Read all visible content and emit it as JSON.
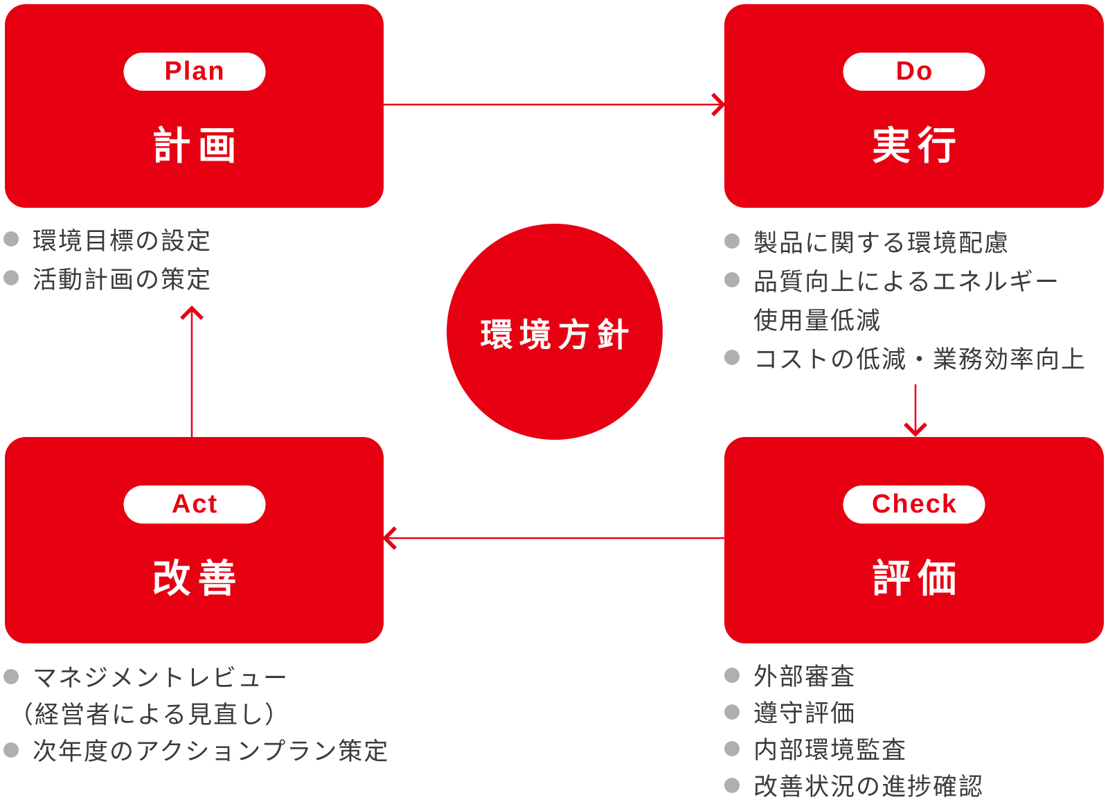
{
  "colors": {
    "accent_red": "#E60012",
    "pill_background": "#FFFFFF",
    "box_text": "#FFFFFF",
    "bullet_dot_gray": "#AFAFB0",
    "body_text": "#3E3A39",
    "background": "#FFFFFF"
  },
  "center": {
    "label": "環境方針"
  },
  "plan": {
    "tag": "Plan",
    "title": "計画",
    "items": [
      "環境目標の設定",
      "活動計画の策定"
    ]
  },
  "do": {
    "tag": "Do",
    "title": "実行",
    "items": [
      "製品に関する環境配慮",
      "品質向上によるエネルギー",
      "使用量低減",
      "コストの低減・業務効率向上"
    ]
  },
  "check": {
    "tag": "Check",
    "title": "評価",
    "items": [
      "外部審査",
      "遵守評価",
      "内部環境監査",
      "改善状況の進捗確認"
    ]
  },
  "act": {
    "tag": "Act",
    "title": "改善",
    "items": [
      "マネジメントレビュー",
      "（経営者による見直し）",
      "次年度のアクションプラン策定"
    ]
  },
  "flow": [
    {
      "from": "Plan",
      "to": "Do"
    },
    {
      "from": "Do",
      "to": "Check"
    },
    {
      "from": "Check",
      "to": "Act"
    },
    {
      "from": "Act",
      "to": "Plan"
    }
  ]
}
